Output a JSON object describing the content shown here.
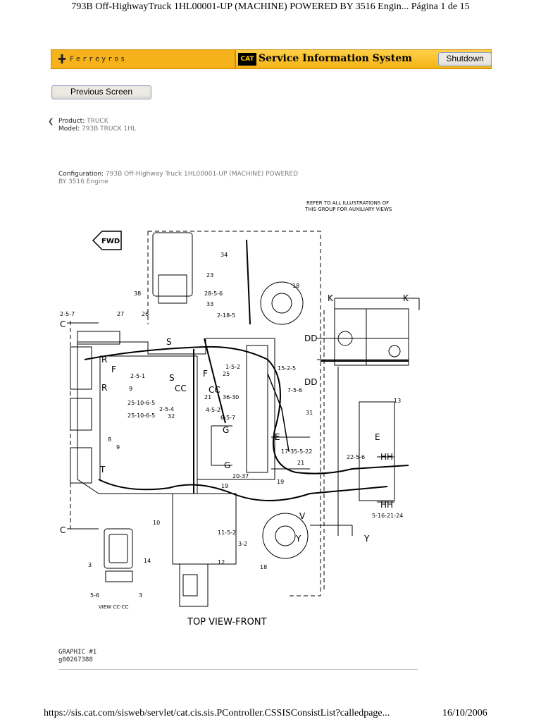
{
  "print_header": "793B Off-HighwayTruck 1HL00001-UP (MACHINE) POWERED BY 3516 Engin... Página 1 de 15",
  "banner": {
    "dealer_logo": "Ferreyros",
    "cat_logo": "CAT",
    "title": "Service Information System",
    "shutdown_label": "Shutdown"
  },
  "nav": {
    "previous_label": "Previous Screen",
    "back_icon": "chevron-left-icon"
  },
  "product": {
    "product_label": "Product:",
    "product_value": "TRUCK",
    "model_label": "Model:",
    "model_value": "793B TRUCK 1HL"
  },
  "configuration": {
    "label": "Configuration:",
    "value_line1": "793B Off-Highway Truck 1HL00001-UP (MACHINE) POWERED",
    "value_line2": "BY 3516 Engine"
  },
  "illustration": {
    "refer_line1": "REFER TO ALL ILLUSTRATIONS OF",
    "refer_line2": "THIS GROUP FOR AUXILIARY VIEWS",
    "fwd": "FWD",
    "view_label": "TOP VIEW-FRONT",
    "inset_label": "VIEW CC-CC",
    "callouts": {
      "c34": "34",
      "c23": "23",
      "c18a": "18",
      "c38": "38",
      "c28": "28-5-6",
      "c33": "33",
      "c2_18": "2-18-5",
      "c257": "2-5-7",
      "c27": "27",
      "c26": "26",
      "c152": "1-5-2",
      "c25": "25",
      "c1525": "15-2-5",
      "c251": "2-5-1",
      "c9a": "9",
      "c21": "21",
      "c3630": "36-30",
      "c756": "7-5-6",
      "c25106": "25-10-6-5",
      "c254": "2-5-4",
      "c452": "4-5-2",
      "c32": "32",
      "c31": "31",
      "c251065": "25-10-6-5",
      "c657": "6-5-7",
      "c8": "8",
      "c9b": "9",
      "c1735": "17-35-5-22",
      "c2256": "22-5-6",
      "c21b": "21",
      "c2037": "20-37",
      "c19a": "19",
      "c19b": "19",
      "c10": "10",
      "c1152": "11-5-2",
      "c32b": "3-2",
      "c12": "12",
      "c18b": "18",
      "c13": "13",
      "c51621": "5-16-21-24",
      "c3a": "3",
      "c14": "14",
      "c56": "5-6",
      "c3b": "3"
    },
    "section_letters": {
      "C": "C",
      "K": "K",
      "DD": "DD",
      "R": "R",
      "F": "F",
      "S": "S",
      "CC": "CC",
      "G": "G",
      "E": "E",
      "HH": "HH",
      "T": "T",
      "V": "V",
      "Y": "Y"
    }
  },
  "graphic": {
    "number": "GRAPHIC #1",
    "id": "g00267388"
  },
  "print_footer": {
    "url": "https://sis.cat.com/sisweb/servlet/cat.cis.sis.PController.CSSISConsistList?calledpage...",
    "date": "16/10/2006"
  }
}
